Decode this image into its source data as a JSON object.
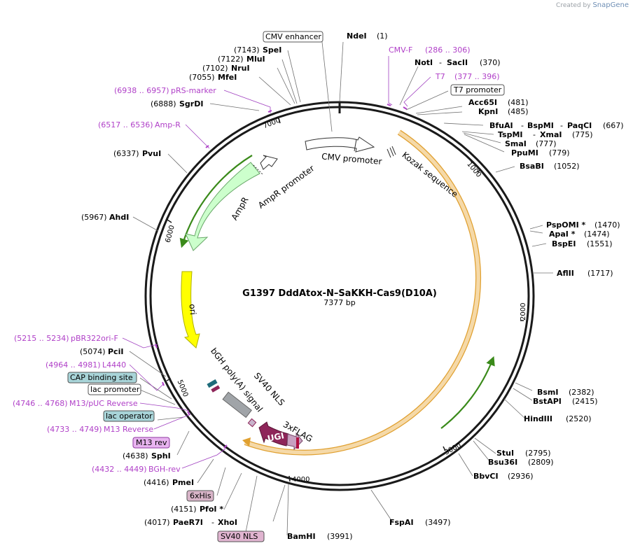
{
  "brand": {
    "created_by": "Created by",
    "name": "SnapGene"
  },
  "plasmid": {
    "name": "G1397 DddAtox-N–SaKKH-Cas9(D10A)",
    "size_label": "7377 bp",
    "length": 7377
  },
  "ticks": [
    "1000",
    "2000",
    "3000",
    "4000",
    "5000",
    "6000",
    "7000"
  ],
  "colors": {
    "backbone": "#1a1a1a",
    "cas9": "#f5d9a8",
    "cas9_edge": "#e0a030",
    "ori": "#ffff00",
    "ampr": "#ccffcc",
    "ugi": "#8e2559",
    "sv40": "#c8b4cc",
    "neo": "#a0a4a8",
    "green_arc": "#3a8a1a",
    "primer": "#b040c8",
    "cap": "#a8d4d8",
    "lac_op": "#a8d4d8",
    "m13rev": "#e8b4f0",
    "his": "#d8b4c8",
    "nls_box": "#e0b4d0"
  },
  "site_labels": [
    {
      "id": "ndei",
      "name": "NdeI",
      "pos": "(1)"
    },
    {
      "id": "noti",
      "name": "NotI",
      "pos": ""
    },
    {
      "id": "sacii",
      "name": "SacII",
      "pos": "(370)"
    },
    {
      "id": "acc65i",
      "name": "Acc65I",
      "pos": "(481)"
    },
    {
      "id": "kpni",
      "name": "KpnI",
      "pos": "(485)"
    },
    {
      "id": "bfuai",
      "name": "BfuAI",
      "pos": ""
    },
    {
      "id": "bspmi",
      "name": "BspMI",
      "pos": ""
    },
    {
      "id": "paqci",
      "name": "PaqCI",
      "pos": "(667)"
    },
    {
      "id": "tspmi",
      "name": "TspMI",
      "pos": ""
    },
    {
      "id": "xmai",
      "name": "XmaI",
      "pos": "(775)"
    },
    {
      "id": "smai",
      "name": "SmaI",
      "pos": "(777)"
    },
    {
      "id": "ppumi",
      "name": "PpuMI",
      "pos": "(779)"
    },
    {
      "id": "bsabi",
      "name": "BsaBI",
      "pos": "(1052)"
    },
    {
      "id": "pspomi",
      "name": "PspOMI *",
      "pos": "(1470)"
    },
    {
      "id": "apai",
      "name": "ApaI *",
      "pos": "(1474)"
    },
    {
      "id": "bspei",
      "name": "BspEI",
      "pos": "(1551)"
    },
    {
      "id": "aflii",
      "name": "AflII",
      "pos": "(1717)"
    },
    {
      "id": "bsmi",
      "name": "BsmI",
      "pos": "(2382)"
    },
    {
      "id": "bstapi",
      "name": "BstAPI",
      "pos": "(2415)"
    },
    {
      "id": "hindiii",
      "name": "HindIII",
      "pos": "(2520)"
    },
    {
      "id": "stui",
      "name": "StuI",
      "pos": "(2795)"
    },
    {
      "id": "bsu36i",
      "name": "Bsu36I",
      "pos": "(2809)"
    },
    {
      "id": "bbvci",
      "name": "BbvCI",
      "pos": "(2936)"
    },
    {
      "id": "fspai",
      "name": "FspAI",
      "pos": "(3497)"
    },
    {
      "id": "bamhi",
      "name": "BamHI",
      "pos": "(3991)"
    },
    {
      "id": "paer7i",
      "name": "PaeR7I",
      "pos": "(4017)"
    },
    {
      "id": "xhoi",
      "name": "XhoI",
      "pos": ""
    },
    {
      "id": "pfoi",
      "name": "PfoI *",
      "pos": "(4151)"
    },
    {
      "id": "pmei",
      "name": "PmeI",
      "pos": "(4416)"
    },
    {
      "id": "sphi",
      "name": "SphI",
      "pos": "(4638)"
    },
    {
      "id": "pcii",
      "name": "PciI",
      "pos": "(5074)"
    },
    {
      "id": "ahdi",
      "name": "AhdI",
      "pos": "(5967)"
    },
    {
      "id": "pvui",
      "name": "PvuI",
      "pos": "(6337)"
    },
    {
      "id": "sgrdi",
      "name": "SgrDI",
      "pos": "(6888)"
    },
    {
      "id": "mfei",
      "name": "MfeI",
      "pos": "(7055)"
    },
    {
      "id": "nrui",
      "name": "NruI",
      "pos": "(7102)"
    },
    {
      "id": "mlui",
      "name": "MluI",
      "pos": "(7122)"
    },
    {
      "id": "spei",
      "name": "SpeI",
      "pos": "(7143)"
    }
  ],
  "primer_labels": [
    {
      "id": "cmvf",
      "name": "CMV-F",
      "range": "(286 .. 306)"
    },
    {
      "id": "t7",
      "name": "T7",
      "range": "(377 .. 396)"
    },
    {
      "id": "prs",
      "name": "pRS-marker",
      "range": "(6938 .. 6957)"
    },
    {
      "id": "ampr",
      "name": "Amp-R",
      "range": "(6517 .. 6536)"
    },
    {
      "id": "pbr",
      "name": "pBR322ori-F",
      "range": "(5215 .. 5234)"
    },
    {
      "id": "l4440",
      "name": "L4440",
      "range": "(4964 .. 4981)"
    },
    {
      "id": "m13puc",
      "name": "M13/pUC Reverse",
      "range": "(4746 .. 4768)"
    },
    {
      "id": "m13r",
      "name": "M13 Reverse",
      "range": "(4733 .. 4749)"
    },
    {
      "id": "bghrev",
      "name": "BGH-rev",
      "range": "(4432 .. 4449)"
    }
  ],
  "boxed_labels": [
    {
      "id": "cmvenh",
      "text": "CMV enhancer"
    },
    {
      "id": "t7prom",
      "text": "T7 promoter"
    },
    {
      "id": "cap",
      "text": "CAP binding site"
    },
    {
      "id": "lacprom",
      "text": "lac promoter"
    },
    {
      "id": "lacop",
      "text": "lac operator"
    },
    {
      "id": "m13rev",
      "text": "M13 rev"
    },
    {
      "id": "his",
      "text": "6xHis"
    },
    {
      "id": "sv40nlsbox",
      "text": "SV40 NLS"
    }
  ],
  "features": [
    {
      "id": "cmvprom",
      "text": "CMV promoter"
    },
    {
      "id": "kozak",
      "text": "Kozak sequence"
    },
    {
      "id": "amprprom",
      "text": "AmpR promoter"
    },
    {
      "id": "amprgene",
      "text": "AmpR"
    },
    {
      "id": "ori",
      "text": "ori"
    },
    {
      "id": "bgh",
      "text": "bGH poly(A) signal"
    },
    {
      "id": "sv40nls",
      "text": "SV40 NLS"
    },
    {
      "id": "flag",
      "text": "3xFLAG"
    },
    {
      "id": "ugi",
      "text": "UGI"
    }
  ]
}
